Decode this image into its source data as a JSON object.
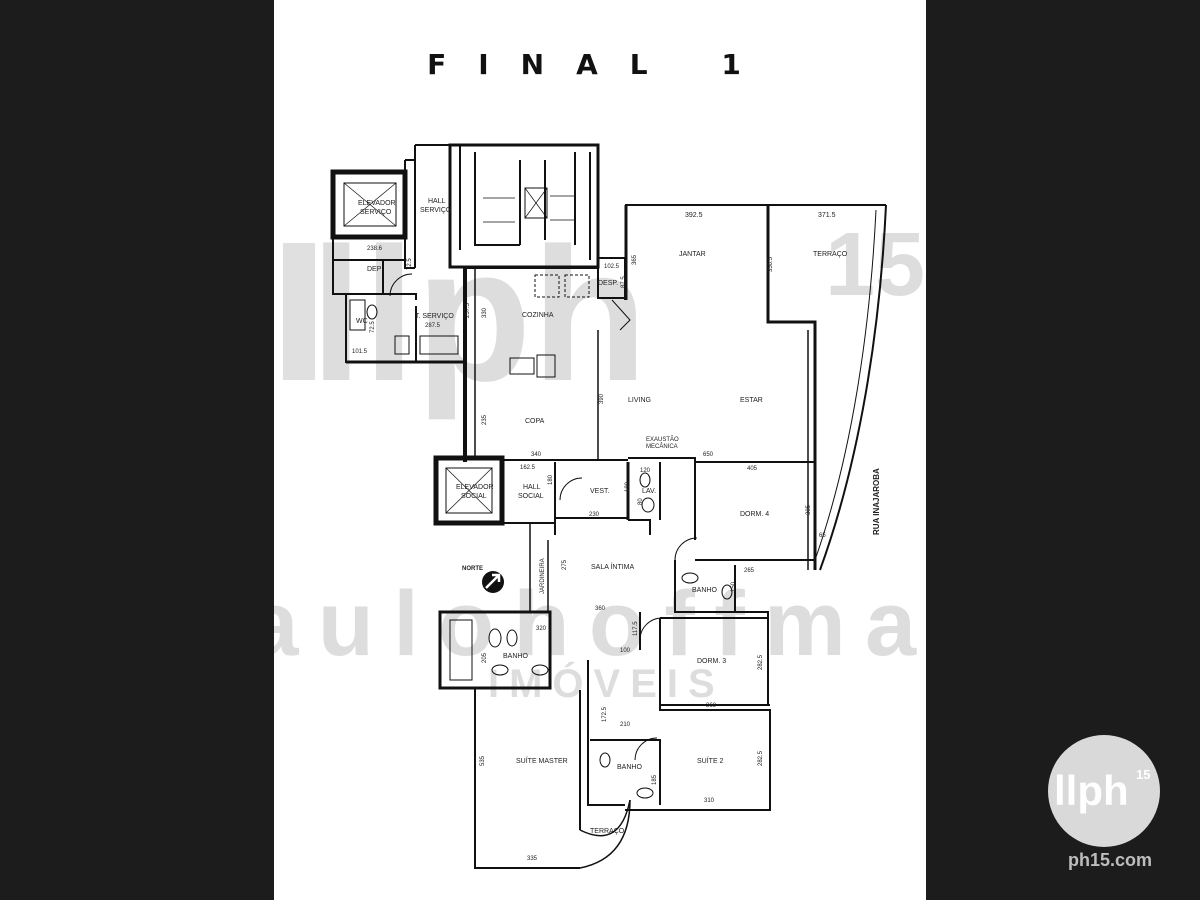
{
  "title": "FINAL 1",
  "rooms": {
    "elevador_servico": [
      "ELEVADOR",
      "SERVIÇO"
    ],
    "hall_servico": [
      "HALL",
      "SERVIÇO"
    ],
    "dep": "DEP",
    "wc": "WC",
    "t_servico": "T. SERVIÇO",
    "cozinha": "COZINHA",
    "copa": "COPA",
    "desp": "DESP.",
    "jantar": "JANTAR",
    "terraco": "TERRAÇO",
    "living": "LIVING",
    "estar": "ESTAR",
    "exaustao": [
      "EXAUSTÃO",
      "MECÂNICA"
    ],
    "elevador_social": [
      "ELEVADOR",
      "SOCIAL"
    ],
    "hall_social": [
      "HALL",
      "SOCIAL"
    ],
    "vest": "VEST.",
    "lav": "LAV.",
    "dorm4": "DORM. 4",
    "sala_intima": "SALA ÍNTIMA",
    "jardineira": "JARDINEIRA",
    "norte": "NORTE",
    "banho_top": "BANHO",
    "banho_master": "BANHO",
    "dorm3": "DORM. 3",
    "suite_master": "SUÍTE MASTER",
    "banho_suite2": "BANHO",
    "suite2": "SUÍTE 2",
    "terraco_small": "TERRAÇO",
    "rua": "RUA INAJAROBA"
  },
  "dimensions": {
    "d392_5": "392.5",
    "d371_5": "371.5",
    "d365": "365",
    "d102_5": "102.5",
    "d87_5": "87.5",
    "d350_5": "350.5",
    "d238_6": "238.6",
    "d72_5": "72.5",
    "d257_5": "257.5",
    "d330": "330",
    "d287_5": "287.5",
    "d101_5": "101.5",
    "d72_5b": "72.5",
    "d390": "390",
    "d235": "235",
    "d340": "340",
    "d650": "650",
    "d162_5": "162.5",
    "d180": "180",
    "d120": "120",
    "d405": "405",
    "d180b": "180",
    "d80": "80",
    "d230": "230",
    "d305": "305",
    "d65": "65",
    "d275": "275",
    "d265": "265",
    "d150": "150",
    "d360": "360",
    "d320": "320",
    "d117_5": "117.5",
    "d100": "100",
    "d205": "205",
    "d282_5": "282.5",
    "d368": "368",
    "d172_5": "172.5",
    "d210": "210",
    "d535": "535",
    "d282_5b": "282.5",
    "d185": "185",
    "d310": "310",
    "d335": "335"
  },
  "watermark": {
    "logo": "llph",
    "logo_sup": "15",
    "brand": "paulohoffmann",
    "sub": "IMÓVEIS"
  },
  "badge": {
    "logo": "llph",
    "sup": "15"
  },
  "website": "ph15.com"
}
